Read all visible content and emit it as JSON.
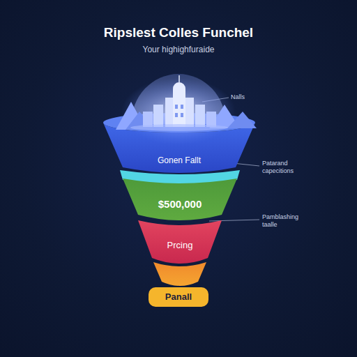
{
  "diagram": {
    "title": "Ripslest Colles Funchel",
    "nodes": [
      {
        "text": [
          "Gonen Fallt"
        ]
      },
      {
        "text": [
          "$500,000"
        ]
      },
      {
        "text": [
          "Prcing"
        ]
      },
      {
        "text": [
          "Panall"
        ]
      }
    ],
    "labels": [
      "Your highighfuraide",
      "Nalls",
      "Patarand capecitions",
      "Pamblashing taalle"
    ]
  }
}
